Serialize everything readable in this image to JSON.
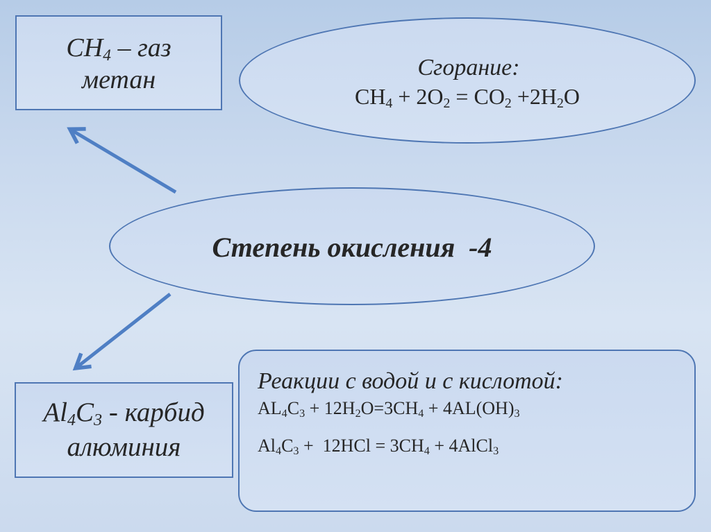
{
  "methane_box": {
    "formula": "CH",
    "sub": "4",
    "rest": " – газ",
    "line2": "метан"
  },
  "combustion": {
    "title": "Сгорание:",
    "eq": [
      {
        "t": "CH"
      },
      {
        "s": "4"
      },
      {
        "t": " + 2O"
      },
      {
        "s": "2"
      },
      {
        "t": " = CO"
      },
      {
        "s": "2"
      },
      {
        "t": " +2H"
      },
      {
        "s": "2"
      },
      {
        "t": "O"
      }
    ]
  },
  "oxidation": {
    "label": "Степень окисления  -4"
  },
  "carbide_box": {
    "line1": [
      {
        "t": "Al"
      },
      {
        "s": "4"
      },
      {
        "t": "C"
      },
      {
        "s": "3"
      },
      {
        "t": " - карбид"
      }
    ],
    "line2": "алюминия"
  },
  "reactions": {
    "title": "Реакции с водой и с кислотой:",
    "eq1": [
      {
        "t": "AL"
      },
      {
        "s": "4"
      },
      {
        "t": "C"
      },
      {
        "s": "3"
      },
      {
        "t": " + 12H"
      },
      {
        "s": "2"
      },
      {
        "t": "O=3CH"
      },
      {
        "s": "4"
      },
      {
        "t": " + 4AL(OH)"
      },
      {
        "s": "3"
      }
    ],
    "eq2": [
      {
        "t": "Al"
      },
      {
        "s": "4"
      },
      {
        "t": "C"
      },
      {
        "s": "3"
      },
      {
        "t": " +  12HCl = 3CH"
      },
      {
        "s": "4"
      },
      {
        "t": " + 4AlCl"
      },
      {
        "s": "3"
      }
    ]
  },
  "colors": {
    "border": "#4e76b3",
    "arrow": "#4f7fc4",
    "text": "#262626"
  }
}
